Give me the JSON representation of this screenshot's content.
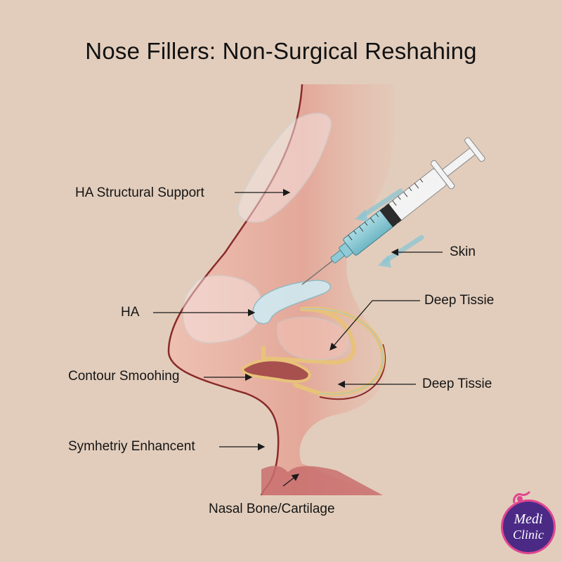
{
  "title": "Nose Fillers: Non-Surgical Reshahing",
  "labels": {
    "ha_structural_support": "HA Structural Support",
    "skin": "Skin",
    "ha": "HA",
    "deep_tissue_upper": "Deep Tissie",
    "contour_smoothing": "Contour Smoohing",
    "deep_tissue_lower": "Deep Tissie",
    "symmetry_enhancement": "Symhetriy Enhancent",
    "nasal_bone_cartilage": "Nasal Bone/Cartilage"
  },
  "logo": {
    "line1": "Medi",
    "line2": "Clinic"
  },
  "colors": {
    "background": "#e2cdbc",
    "skin": "#eab3a4",
    "skin_outline": "#8a2a2a",
    "filler": "#c9e3ea",
    "cartilage": "#e8c27a",
    "syringe_fluid": "#8fcbd6",
    "logo_purple": "#4b2a86",
    "logo_pink": "#e0468f"
  }
}
